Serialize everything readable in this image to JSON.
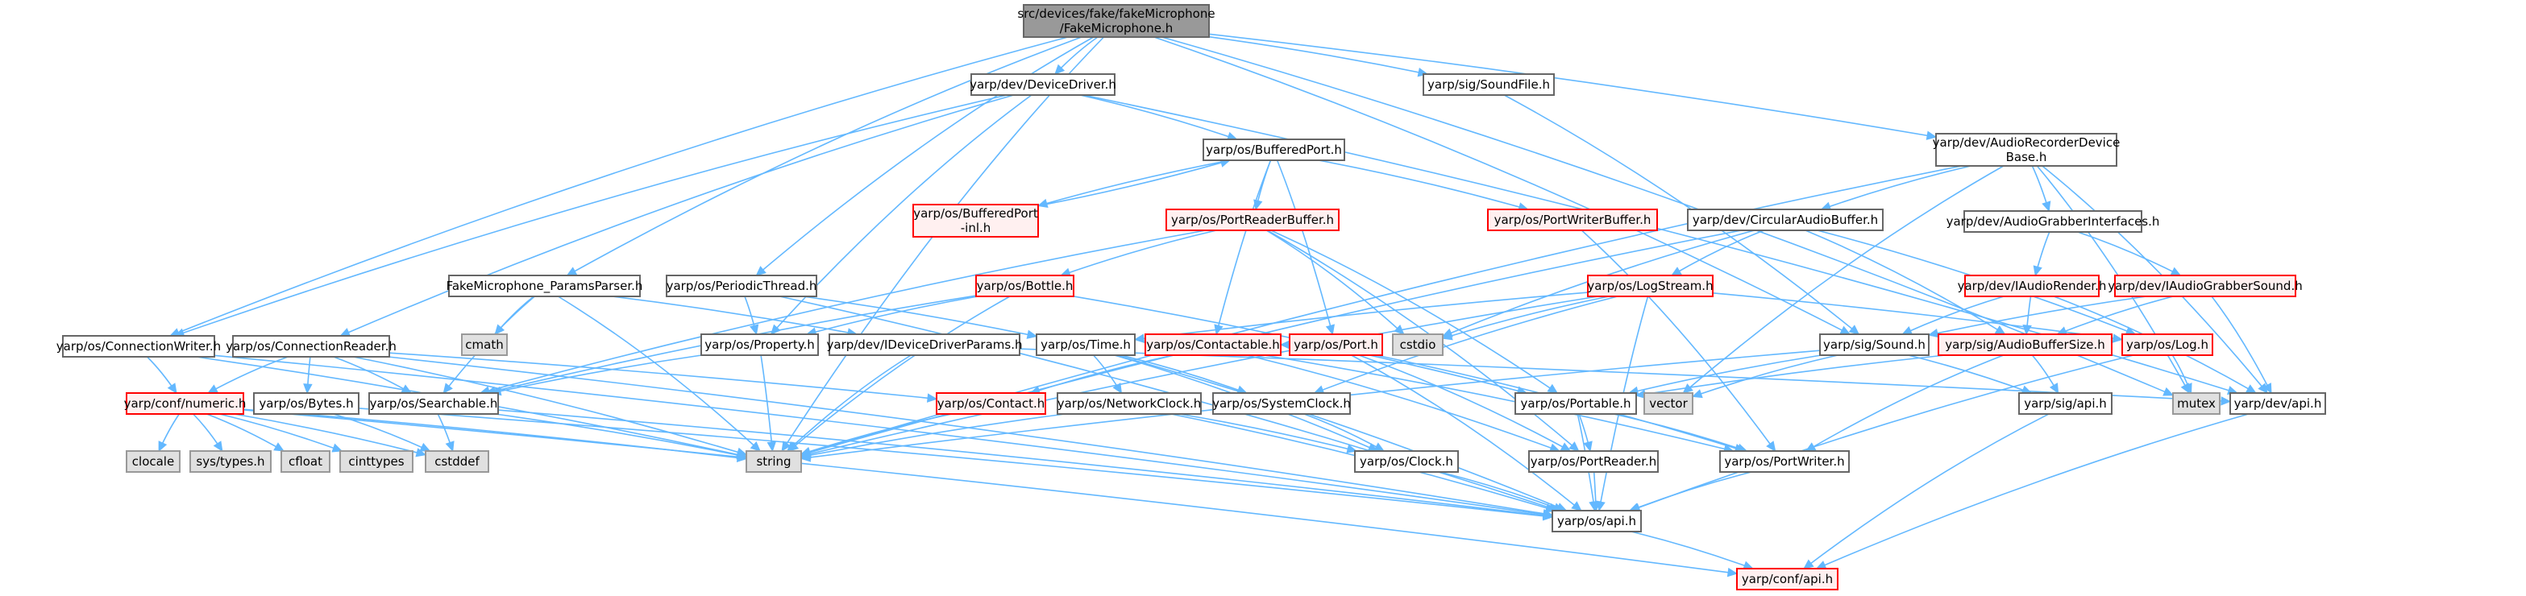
{
  "colors": {
    "edge": "#63b8ff",
    "root_fill": "#999999",
    "root_border": "#666666",
    "normal_fill": "#ffffff",
    "normal_border": "#666666",
    "red_fill": "#fff0f0",
    "red_border": "#ff0000",
    "system_fill": "#e0e0e0",
    "system_border": "#999999"
  },
  "graph": {
    "title": "Include dependency graph for FakeMicrophone.h",
    "nodes": [
      {
        "id": "root",
        "lines": [
          "src/devices/fake/fakeMicrophone",
          "/FakeMicrophone.h"
        ],
        "kind": "root"
      },
      {
        "id": "devicedriver",
        "lines": [
          "yarp/dev/DeviceDriver.h"
        ],
        "kind": "normal"
      },
      {
        "id": "soundfile",
        "lines": [
          "yarp/sig/SoundFile.h"
        ],
        "kind": "normal"
      },
      {
        "id": "audiorecorder",
        "lines": [
          "yarp/dev/AudioRecorderDevice",
          "Base.h"
        ],
        "kind": "normal"
      },
      {
        "id": "bufferedport",
        "lines": [
          "yarp/os/BufferedPort.h"
        ],
        "kind": "normal"
      },
      {
        "id": "bufferedportinl",
        "lines": [
          "yarp/os/BufferedPort",
          "-inl.h"
        ],
        "kind": "red"
      },
      {
        "id": "portreaderbuffer",
        "lines": [
          "yarp/os/PortReaderBuffer.h"
        ],
        "kind": "red"
      },
      {
        "id": "portwriterbuffer",
        "lines": [
          "yarp/os/PortWriterBuffer.h"
        ],
        "kind": "red"
      },
      {
        "id": "circularaudiobuffer",
        "lines": [
          "yarp/dev/CircularAudioBuffer.h"
        ],
        "kind": "normal"
      },
      {
        "id": "audiograbberinterfaces",
        "lines": [
          "yarp/dev/AudioGrabberInterfaces.h"
        ],
        "kind": "normal"
      },
      {
        "id": "paramsparser",
        "lines": [
          "FakeMicrophone_ParamsParser.h"
        ],
        "kind": "normal"
      },
      {
        "id": "periodicthread",
        "lines": [
          "yarp/os/PeriodicThread.h"
        ],
        "kind": "normal"
      },
      {
        "id": "bottle",
        "lines": [
          "yarp/os/Bottle.h"
        ],
        "kind": "red"
      },
      {
        "id": "logstream",
        "lines": [
          "yarp/os/LogStream.h"
        ],
        "kind": "red"
      },
      {
        "id": "iaudiorender",
        "lines": [
          "yarp/dev/IAudioRender.h"
        ],
        "kind": "red"
      },
      {
        "id": "iaudiograbbersound",
        "lines": [
          "yarp/dev/IAudioGrabberSound.h"
        ],
        "kind": "red"
      },
      {
        "id": "connectionwriter",
        "lines": [
          "yarp/os/ConnectionWriter.h"
        ],
        "kind": "normal"
      },
      {
        "id": "connectionreader",
        "lines": [
          "yarp/os/ConnectionReader.h"
        ],
        "kind": "normal"
      },
      {
        "id": "cmath",
        "lines": [
          "cmath"
        ],
        "kind": "system"
      },
      {
        "id": "property",
        "lines": [
          "yarp/os/Property.h"
        ],
        "kind": "normal"
      },
      {
        "id": "ideviceparams",
        "lines": [
          "yarp/dev/IDeviceDriverParams.h"
        ],
        "kind": "normal"
      },
      {
        "id": "time",
        "lines": [
          "yarp/os/Time.h"
        ],
        "kind": "normal"
      },
      {
        "id": "contactable",
        "lines": [
          "yarp/os/Contactable.h"
        ],
        "kind": "red"
      },
      {
        "id": "port",
        "lines": [
          "yarp/os/Port.h"
        ],
        "kind": "red"
      },
      {
        "id": "cstdio",
        "lines": [
          "cstdio"
        ],
        "kind": "system"
      },
      {
        "id": "sound",
        "lines": [
          "yarp/sig/Sound.h"
        ],
        "kind": "normal"
      },
      {
        "id": "audiobuffersize",
        "lines": [
          "yarp/sig/AudioBufferSize.h"
        ],
        "kind": "red"
      },
      {
        "id": "log",
        "lines": [
          "yarp/os/Log.h"
        ],
        "kind": "red"
      },
      {
        "id": "numeric",
        "lines": [
          "yarp/conf/numeric.h"
        ],
        "kind": "red"
      },
      {
        "id": "bytes",
        "lines": [
          "yarp/os/Bytes.h"
        ],
        "kind": "normal"
      },
      {
        "id": "searchable",
        "lines": [
          "yarp/os/Searchable.h"
        ],
        "kind": "normal"
      },
      {
        "id": "contact",
        "lines": [
          "yarp/os/Contact.h"
        ],
        "kind": "red"
      },
      {
        "id": "networkclock",
        "lines": [
          "yarp/os/NetworkClock.h"
        ],
        "kind": "normal"
      },
      {
        "id": "systemclock",
        "lines": [
          "yarp/os/SystemClock.h"
        ],
        "kind": "normal"
      },
      {
        "id": "portable",
        "lines": [
          "yarp/os/Portable.h"
        ],
        "kind": "normal"
      },
      {
        "id": "vector",
        "lines": [
          "vector"
        ],
        "kind": "system"
      },
      {
        "id": "sigapi",
        "lines": [
          "yarp/sig/api.h"
        ],
        "kind": "normal"
      },
      {
        "id": "mutex",
        "lines": [
          "mutex"
        ],
        "kind": "system"
      },
      {
        "id": "devapi",
        "lines": [
          "yarp/dev/api.h"
        ],
        "kind": "normal"
      },
      {
        "id": "clocale",
        "lines": [
          "clocale"
        ],
        "kind": "system"
      },
      {
        "id": "systypes",
        "lines": [
          "sys/types.h"
        ],
        "kind": "system"
      },
      {
        "id": "cfloat",
        "lines": [
          "cfloat"
        ],
        "kind": "system"
      },
      {
        "id": "cinttypes",
        "lines": [
          "cinttypes"
        ],
        "kind": "system"
      },
      {
        "id": "cstddef",
        "lines": [
          "cstddef"
        ],
        "kind": "system"
      },
      {
        "id": "string",
        "lines": [
          "string"
        ],
        "kind": "system"
      },
      {
        "id": "clock",
        "lines": [
          "yarp/os/Clock.h"
        ],
        "kind": "normal"
      },
      {
        "id": "portreader",
        "lines": [
          "yarp/os/PortReader.h"
        ],
        "kind": "normal"
      },
      {
        "id": "portwriter",
        "lines": [
          "yarp/os/PortWriter.h"
        ],
        "kind": "normal"
      },
      {
        "id": "osapi",
        "lines": [
          "yarp/os/api.h"
        ],
        "kind": "normal"
      },
      {
        "id": "confapi",
        "lines": [
          "yarp/conf/api.h"
        ],
        "kind": "red"
      }
    ],
    "edges": [
      [
        "root",
        "devicedriver"
      ],
      [
        "root",
        "soundfile"
      ],
      [
        "root",
        "audiorecorder"
      ],
      [
        "root",
        "paramsparser"
      ],
      [
        "root",
        "periodicthread"
      ],
      [
        "root",
        "connectionwriter"
      ],
      [
        "root",
        "sound"
      ],
      [
        "root",
        "mutex"
      ],
      [
        "root",
        "string"
      ],
      [
        "devicedriver",
        "bufferedport"
      ],
      [
        "devicedriver",
        "connectionreader"
      ],
      [
        "devicedriver",
        "property"
      ],
      [
        "devicedriver",
        "devapi"
      ],
      [
        "devicedriver",
        "connectionwriter"
      ],
      [
        "soundfile",
        "sound"
      ],
      [
        "audiorecorder",
        "circularaudiobuffer"
      ],
      [
        "audiorecorder",
        "audiograbberinterfaces"
      ],
      [
        "audiorecorder",
        "vector"
      ],
      [
        "audiorecorder",
        "mutex"
      ],
      [
        "audiorecorder",
        "devapi"
      ],
      [
        "audiorecorder",
        "string"
      ],
      [
        "bufferedport",
        "bufferedportinl"
      ],
      [
        "bufferedport",
        "portreaderbuffer"
      ],
      [
        "bufferedport",
        "portwriterbuffer"
      ],
      [
        "bufferedport",
        "contactable"
      ],
      [
        "bufferedport",
        "port"
      ],
      [
        "bufferedportinl",
        "bufferedport"
      ],
      [
        "portreaderbuffer",
        "bottle"
      ],
      [
        "portreaderbuffer",
        "searchable"
      ],
      [
        "portreaderbuffer",
        "portreader"
      ],
      [
        "portreaderbuffer",
        "cstdio"
      ],
      [
        "portreaderbuffer",
        "portable"
      ],
      [
        "portwriterbuffer",
        "portwriter"
      ],
      [
        "circularaudiobuffer",
        "logstream"
      ],
      [
        "circularaudiobuffer",
        "cstdio"
      ],
      [
        "circularaudiobuffer",
        "audiobuffersize"
      ],
      [
        "circularaudiobuffer",
        "log"
      ],
      [
        "circularaudiobuffer",
        "string"
      ],
      [
        "audiograbberinterfaces",
        "iaudiorender"
      ],
      [
        "audiograbberinterfaces",
        "iaudiograbbersound"
      ],
      [
        "paramsparser",
        "cmath"
      ],
      [
        "paramsparser",
        "searchable"
      ],
      [
        "paramsparser",
        "string"
      ],
      [
        "paramsparser",
        "ideviceparams"
      ],
      [
        "periodicthread",
        "time"
      ],
      [
        "periodicthread",
        "osapi"
      ],
      [
        "periodicthread",
        "property"
      ],
      [
        "bottle",
        "searchable"
      ],
      [
        "bottle",
        "string"
      ],
      [
        "bottle",
        "portable"
      ],
      [
        "bottle",
        "property"
      ],
      [
        "logstream",
        "log"
      ],
      [
        "logstream",
        "string"
      ],
      [
        "logstream",
        "time"
      ],
      [
        "logstream",
        "cstdio"
      ],
      [
        "logstream",
        "osapi"
      ],
      [
        "logstream",
        "systemclock"
      ],
      [
        "iaudiorender",
        "sound"
      ],
      [
        "iaudiorender",
        "audiobuffersize"
      ],
      [
        "iaudiorender",
        "devapi"
      ],
      [
        "iaudiograbbersound",
        "sound"
      ],
      [
        "iaudiograbbersound",
        "audiobuffersize"
      ],
      [
        "iaudiograbbersound",
        "devapi"
      ],
      [
        "connectionwriter",
        "numeric"
      ],
      [
        "connectionwriter",
        "osapi"
      ],
      [
        "connectionwriter",
        "string"
      ],
      [
        "connectionreader",
        "numeric"
      ],
      [
        "connectionreader",
        "bytes"
      ],
      [
        "connectionreader",
        "searchable"
      ],
      [
        "connectionreader",
        "string"
      ],
      [
        "connectionreader",
        "contact"
      ],
      [
        "connectionreader",
        "osapi"
      ],
      [
        "property",
        "searchable"
      ],
      [
        "property",
        "string"
      ],
      [
        "ideviceparams",
        "string"
      ],
      [
        "ideviceparams",
        "devapi"
      ],
      [
        "time",
        "networkclock"
      ],
      [
        "time",
        "systemclock"
      ],
      [
        "time",
        "clock"
      ],
      [
        "time",
        "osapi"
      ],
      [
        "contactable",
        "contact"
      ],
      [
        "contactable",
        "portreader"
      ],
      [
        "contactable",
        "portwriter"
      ],
      [
        "port",
        "contactable"
      ],
      [
        "port",
        "portreader"
      ],
      [
        "port",
        "portwriter"
      ],
      [
        "port",
        "osapi"
      ],
      [
        "sound",
        "portable"
      ],
      [
        "sound",
        "vector"
      ],
      [
        "sound",
        "sigapi"
      ],
      [
        "sound",
        "string"
      ],
      [
        "audiobuffersize",
        "portable"
      ],
      [
        "audiobuffersize",
        "sigapi"
      ],
      [
        "audiobuffersize",
        "portwriter"
      ],
      [
        "log",
        "osapi"
      ],
      [
        "log",
        "mutex"
      ],
      [
        "numeric",
        "clocale"
      ],
      [
        "numeric",
        "systypes"
      ],
      [
        "numeric",
        "cfloat"
      ],
      [
        "numeric",
        "cinttypes"
      ],
      [
        "numeric",
        "cstddef"
      ],
      [
        "numeric",
        "string"
      ],
      [
        "numeric",
        "confapi"
      ],
      [
        "bytes",
        "cstddef"
      ],
      [
        "bytes",
        "osapi"
      ],
      [
        "searchable",
        "cstddef"
      ],
      [
        "searchable",
        "string"
      ],
      [
        "searchable",
        "osapi"
      ],
      [
        "contact",
        "string"
      ],
      [
        "networkclock",
        "clock"
      ],
      [
        "networkclock",
        "string"
      ],
      [
        "networkclock",
        "osapi"
      ],
      [
        "systemclock",
        "clock"
      ],
      [
        "portable",
        "portreader"
      ],
      [
        "portable",
        "portwriter"
      ],
      [
        "portable",
        "osapi"
      ],
      [
        "sigapi",
        "confapi"
      ],
      [
        "devapi",
        "confapi"
      ],
      [
        "clock",
        "osapi"
      ],
      [
        "portreader",
        "osapi"
      ],
      [
        "portwriter",
        "osapi"
      ],
      [
        "osapi",
        "confapi"
      ]
    ]
  }
}
